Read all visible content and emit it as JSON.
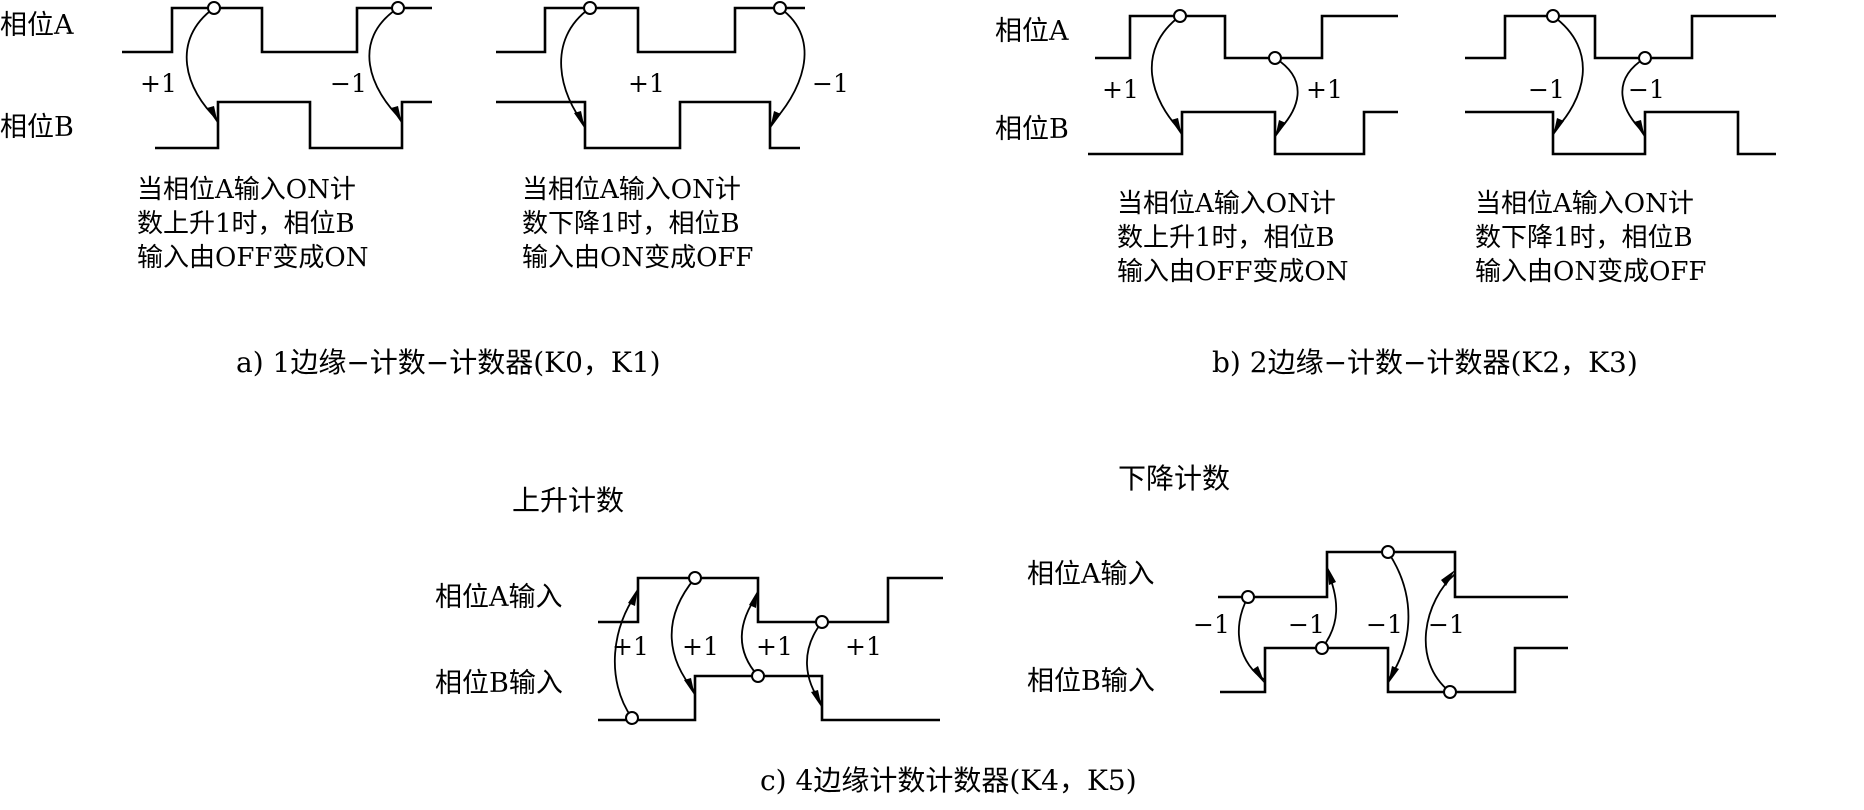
{
  "panels": [
    {
      "caption": "a) 1边缘−计数−计数器(K0，K1)",
      "diagrams": [
        {
          "phase_a": "相位A",
          "phase_b": "相位B",
          "labels": [
            "+1",
            "−1"
          ],
          "desc": [
            "当相位A输入ON计",
            "数上升1时，相位B",
            "输入由OFF变成ON"
          ]
        },
        {
          "labels": [
            "+1",
            "−1"
          ],
          "desc": [
            "当相位A输入ON计",
            "数下降1时，相位B",
            "输入由ON变成OFF"
          ]
        }
      ]
    },
    {
      "caption": "b) 2边缘−计数−计数器(K2，K3)",
      "diagrams": [
        {
          "phase_a": "相位A",
          "phase_b": "相位B",
          "labels": [
            "+1",
            "+1"
          ],
          "desc": [
            "当相位A输入ON计",
            "数上升1时，相位B",
            "输入由OFF变成ON"
          ]
        },
        {
          "labels": [
            "−1",
            "−1"
          ],
          "desc": [
            "当相位A输入ON计",
            "数下降1时，相位B",
            "输入由ON变成OFF"
          ]
        }
      ]
    },
    {
      "caption": "c) 4边缘计数计数器(K4，K5)",
      "diagrams": [
        {
          "title": "上升计数",
          "phase_a": "相位A输入",
          "phase_b": "相位B输入",
          "labels": [
            "+1",
            "+1",
            "+1",
            "+1"
          ]
        },
        {
          "title": "下降计数",
          "phase_a": "相位A输入",
          "phase_b": "相位B输入",
          "labels": [
            "−1",
            "−1",
            "−1",
            "−1"
          ]
        }
      ]
    }
  ]
}
